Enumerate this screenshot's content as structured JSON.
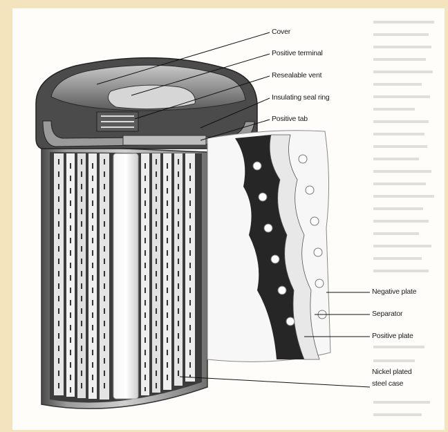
{
  "diagram": {
    "labels": {
      "cover": "Cover",
      "positive_terminal": "Positive terminal",
      "resealable_vent": "Resealable vent",
      "insulating_seal_ring": "Insulating seal ring",
      "positive_tab": "Positive tab",
      "negative_plate": "Negative plate",
      "separator": "Separator",
      "positive_plate": "Positive plate",
      "nickel_plated_steel_case": "Nickel plated steel case"
    }
  },
  "colors": {
    "background": "#f3e4bd",
    "paper": "#ffffff",
    "metal_dark": "#3a3a3a",
    "metal_mid": "#8a8a8a",
    "plate_light": "#e8e8e8"
  }
}
